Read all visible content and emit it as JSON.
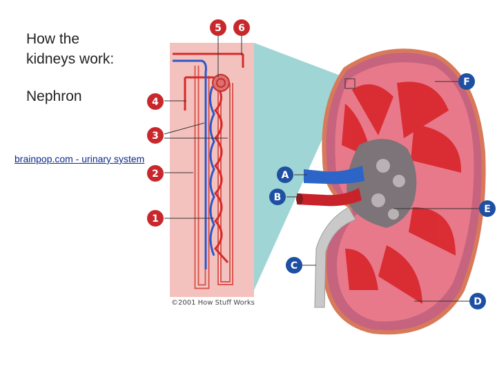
{
  "header": {
    "title": "How the\nkidneys work:",
    "subtitle": "Nephron"
  },
  "link": {
    "text": "brainpop.com - urinary system"
  },
  "diagram": {
    "copyright": "©2001 How Stuff Works",
    "nephron_labels": [
      "5",
      "6",
      "4",
      "3",
      "2",
      "1"
    ],
    "kidney_labels": [
      "A",
      "B",
      "C",
      "D",
      "E",
      "F"
    ],
    "colors": {
      "label_red": "#c8282c",
      "label_blue": "#1e4fa3",
      "vessel_red": "#d52a2a",
      "vessel_blue": "#2c56c9",
      "cortex": "#e8798a",
      "medulla": "#d8252a",
      "capsule": "#f2ae9c",
      "nephron_bg": "#f4c2be"
    }
  }
}
